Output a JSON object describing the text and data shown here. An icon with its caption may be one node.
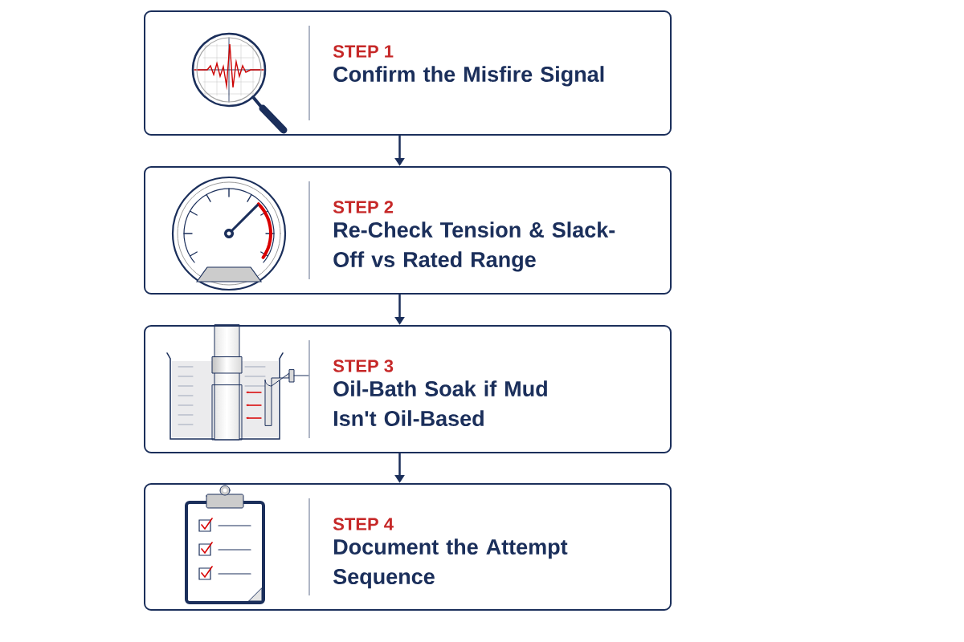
{
  "diagram": {
    "nodes": [
      {
        "text": [
          "STEP 1",
          "Confirm the Misfire Signal"
        ]
      },
      {
        "text": [
          "STEP 2",
          "Re-Check Tension & Slack-Off vs Rated Range"
        ]
      },
      {
        "text": [
          "STEP 3",
          "Oil-Bath Soak if Mud Isn't Oil-Based"
        ]
      },
      {
        "text": [
          "STEP 4",
          "Document the Attempt Sequence"
        ]
      }
    ],
    "edges": [
      {
        "from": 0,
        "to": 1,
        "arrow": "to"
      },
      {
        "from": 1,
        "to": 2,
        "arrow": "to"
      },
      {
        "from": 2,
        "to": 3,
        "arrow": "to"
      }
    ]
  }
}
